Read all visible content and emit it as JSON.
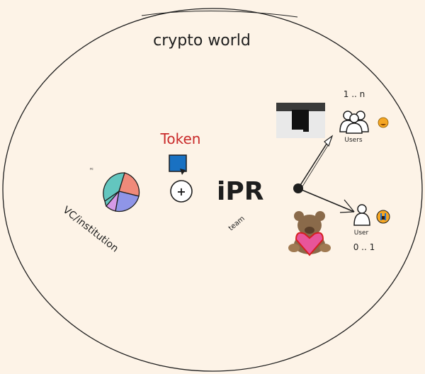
{
  "title": "crypto world",
  "token_label": "Token",
  "ipr_label": "iPR",
  "team_label": "team",
  "vc_label": "VC/institution",
  "pie_tiny_label": "rc",
  "users_label": "Users",
  "users_cardinality": "1 .. n",
  "user_label": "User",
  "user_cardinality": "0 .. 1",
  "plus_symbol": "+",
  "colors": {
    "background": "#fdf3e7",
    "token": "#c92a2a",
    "blue_square": "#1971c2",
    "stroke": "#1e1e1e"
  }
}
